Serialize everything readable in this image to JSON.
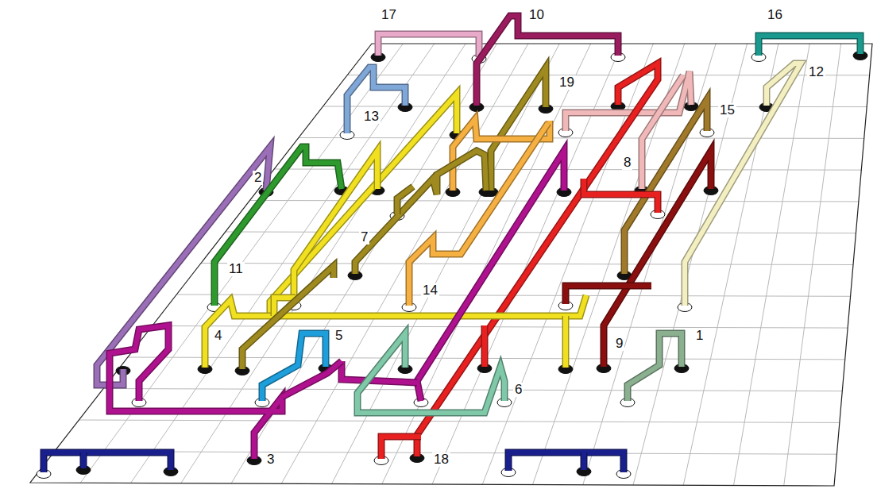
{
  "diagram": {
    "labels": [
      "17",
      "10",
      "16",
      "12",
      "13",
      "19",
      "15",
      "8",
      "2",
      "11",
      "7",
      "14",
      "4",
      "5",
      "1",
      "9",
      "6",
      "3",
      "18"
    ]
  }
}
